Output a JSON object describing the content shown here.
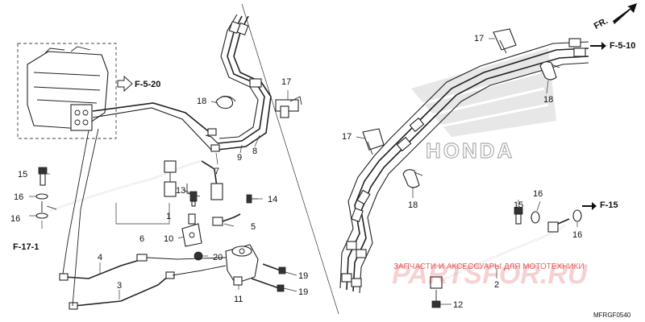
{
  "callouts": {
    "c1": "1",
    "c2": "2",
    "c3": "3",
    "c4": "4",
    "c5": "5",
    "c6": "6",
    "c7": "7",
    "c8": "8",
    "c9": "9",
    "c10": "10",
    "c11": "11",
    "c12": "12",
    "c13": "13",
    "c14": "14",
    "c15a": "15",
    "c15b": "15",
    "c16a": "16",
    "c16b": "16",
    "c16c": "16",
    "c16d": "16",
    "c17a": "17",
    "c17b": "17",
    "c17c": "17",
    "c18a": "18",
    "c18b": "18",
    "c18c": "18",
    "c19a": "19",
    "c19b": "19",
    "c20": "20"
  },
  "references": {
    "f520": "F-5-20",
    "f510": "F-5-10",
    "f171": "F-17-1",
    "f15": "F-15"
  },
  "direction": "FR.",
  "brand": "HONDA",
  "watermark": {
    "line1": "ЗАПЧАСТИ И АКСЕССУАРЫ ДЛЯ МОТОТЕХНИКИ",
    "line2": "PARTSFOR.RU"
  },
  "diagram_code": "MFRGF0540",
  "colors": {
    "line": "#222222",
    "watermark": "#dd3333"
  }
}
